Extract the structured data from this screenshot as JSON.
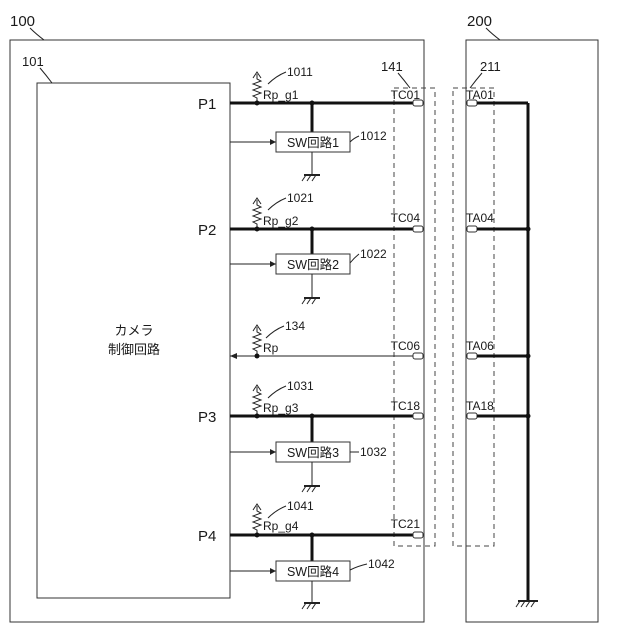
{
  "camera": {
    "ref": "100",
    "control_ref": "101",
    "control_label_line1": "カメラ",
    "control_label_line2": "制御回路",
    "connector_ref": "141"
  },
  "accessory": {
    "ref": "200",
    "connector_ref": "211"
  },
  "lines": [
    {
      "port": "P1",
      "res_ref": "1011",
      "res_label": "Rp_g1",
      "sw_label": "SW回路1",
      "sw_ref": "1012",
      "tc": "TC01",
      "ta": "TA01"
    },
    {
      "port": "P2",
      "res_ref": "1021",
      "res_label": "Rp_g2",
      "sw_label": "SW回路2",
      "sw_ref": "1022",
      "tc": "TC04",
      "ta": "TA04"
    },
    {
      "port": "",
      "res_ref": "134",
      "res_label": "Rp",
      "sw_label": "",
      "sw_ref": "",
      "tc": "TC06",
      "ta": "TA06"
    },
    {
      "port": "P3",
      "res_ref": "1031",
      "res_label": "Rp_g3",
      "sw_label": "SW回路3",
      "sw_ref": "1032",
      "tc": "TC18",
      "ta": "TA18"
    },
    {
      "port": "P4",
      "res_ref": "1041",
      "res_label": "Rp_g4",
      "sw_label": "SW回路4",
      "sw_ref": "1042",
      "tc": "TC21",
      "ta": ""
    }
  ]
}
